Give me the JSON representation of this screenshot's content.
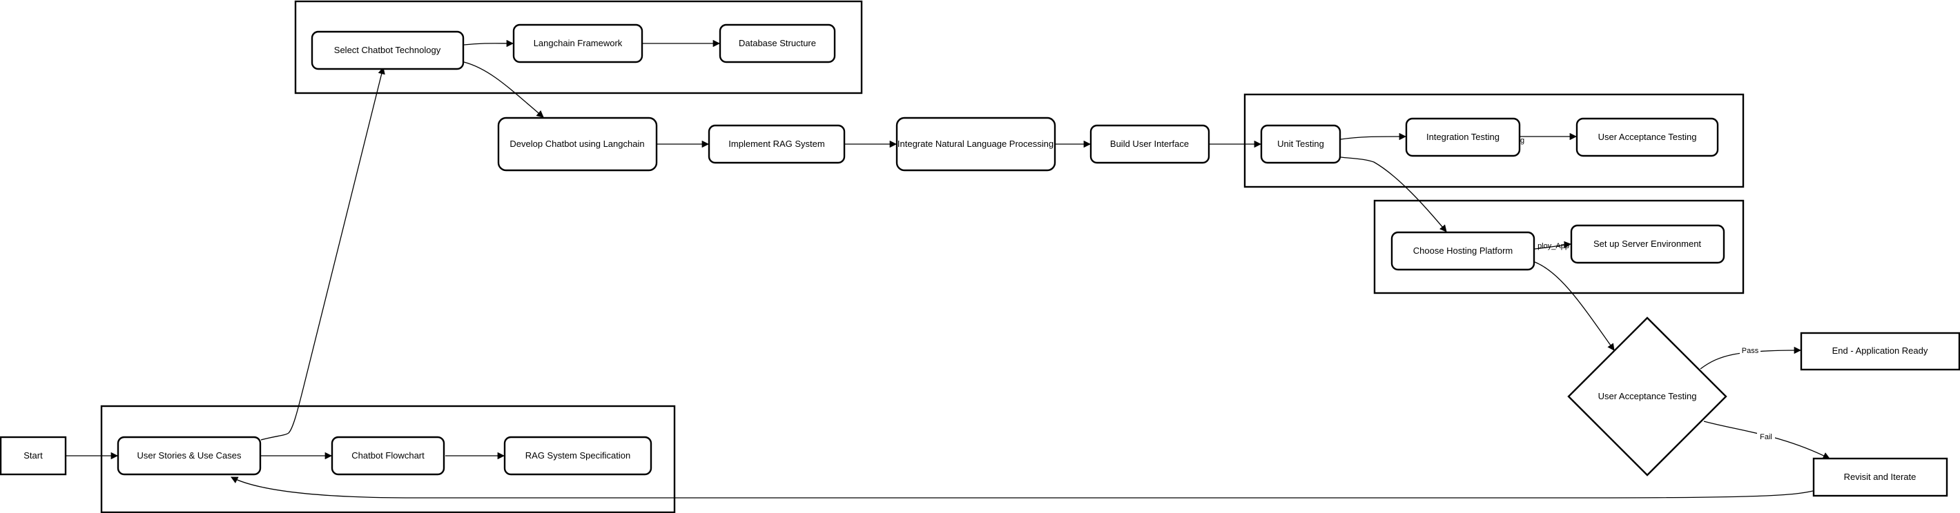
{
  "diagram": {
    "type": "flowchart",
    "nodes": {
      "start": "Start",
      "user_stories": "User Stories & Use Cases",
      "chatbot_flowchart": "Chatbot Flowchart",
      "rag_spec": "RAG System Specification",
      "select_tech": "Select Chatbot Technology",
      "langchain_framework": "Langchain Framework",
      "database_structure": "Database Structure",
      "develop_chatbot": "Develop Chatbot using Langchain",
      "implement_rag": "Implement RAG System",
      "integrate_nlp": "Integrate Natural Language Processing",
      "build_ui": "Build User Interface",
      "unit_testing": "Unit Testing",
      "integration_testing": "Integration Testing",
      "uat_box": "User Acceptance Testing",
      "choose_hosting": "Choose Hosting Platform",
      "setup_server": "Set up Server Environment",
      "uat_decision": "User Acceptance Testing",
      "end_ready": "End - Application Ready",
      "revisit": "Revisit and Iterate"
    },
    "edge_labels": {
      "pass": "Pass",
      "fail": "Fail",
      "deploy_fragment": "ploy_App",
      "integration_fragment": "g"
    },
    "edges": [
      [
        "start",
        "user_stories"
      ],
      [
        "user_stories",
        "chatbot_flowchart"
      ],
      [
        "chatbot_flowchart",
        "rag_spec"
      ],
      [
        "user_stories",
        "select_tech"
      ],
      [
        "select_tech",
        "langchain_framework"
      ],
      [
        "langchain_framework",
        "database_structure"
      ],
      [
        "select_tech",
        "develop_chatbot"
      ],
      [
        "develop_chatbot",
        "implement_rag"
      ],
      [
        "implement_rag",
        "integrate_nlp"
      ],
      [
        "integrate_nlp",
        "build_ui"
      ],
      [
        "build_ui",
        "unit_testing"
      ],
      [
        "unit_testing",
        "integration_testing"
      ],
      [
        "integration_testing",
        "uat_box"
      ],
      [
        "unit_testing",
        "choose_hosting"
      ],
      [
        "choose_hosting",
        "setup_server"
      ],
      [
        "choose_hosting",
        "uat_decision"
      ],
      [
        "uat_decision",
        "end_ready",
        "Pass"
      ],
      [
        "uat_decision",
        "revisit",
        "Fail"
      ],
      [
        "revisit",
        "user_stories"
      ]
    ]
  }
}
